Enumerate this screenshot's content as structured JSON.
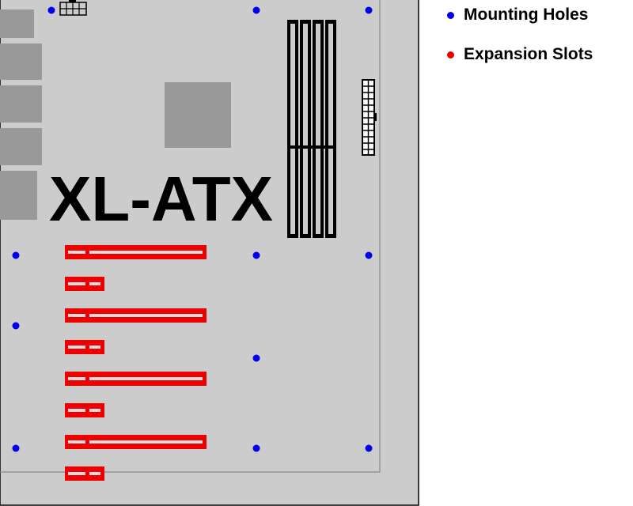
{
  "title": "XL-ATX",
  "legend": [
    {
      "label": "Mounting Holes",
      "color": "#0000ee"
    },
    {
      "label": "Expansion Slots",
      "color": "#ee0000"
    }
  ],
  "colors": {
    "board": "#cccccc",
    "board_outline": "#000000",
    "component": "#999999",
    "connector": "#000000",
    "slot": "#ee0000",
    "slot_inner": "#dddddd",
    "mounting_hole": "#0000ee"
  }
}
